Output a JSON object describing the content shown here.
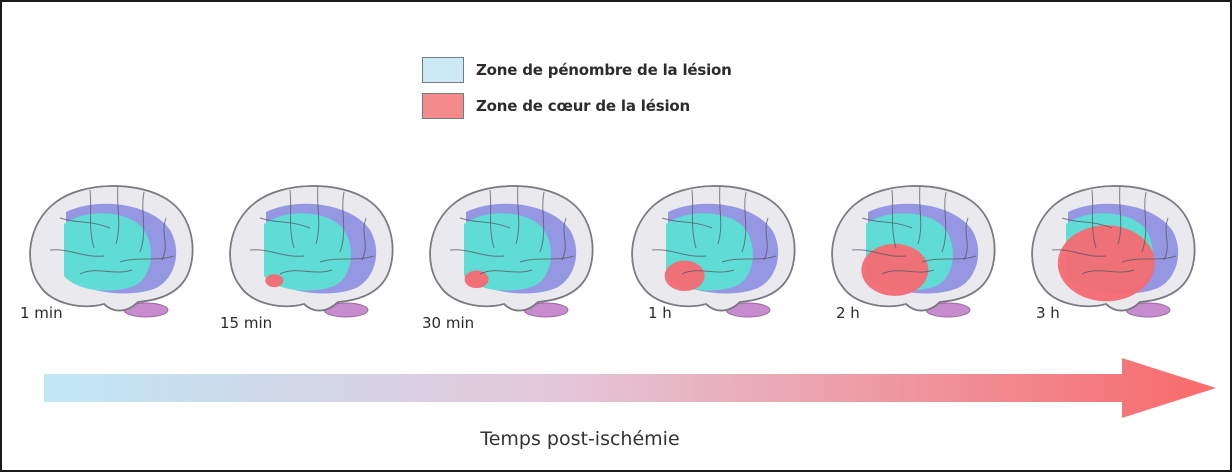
{
  "legend": {
    "items": [
      {
        "label": "Zone de pénombre de la lésion",
        "color": "#cde9f5"
      },
      {
        "label": "Zone de cœur de la lésion",
        "color": "#f48a8a"
      }
    ]
  },
  "stages": [
    {
      "label": "1 min",
      "core_fraction": 0.0
    },
    {
      "label": "15 min",
      "core_fraction": 0.06
    },
    {
      "label": "30 min",
      "core_fraction": 0.12
    },
    {
      "label": "1 h",
      "core_fraction": 0.28
    },
    {
      "label": "2 h",
      "core_fraction": 0.55
    },
    {
      "label": "3 h",
      "core_fraction": 0.85
    }
  ],
  "colors": {
    "brain_fill": "#e9e9ee",
    "brain_outline": "#7a7a80",
    "outer_zone": "#8c8ee0",
    "penumbra": "#60dcd6",
    "core": "#f46a72",
    "cerebellum": "#c78ccd",
    "arrow_start": "#bfe7f6",
    "arrow_end": "#f86a6a"
  },
  "axis": {
    "label": "Temps post-ischémie"
  }
}
